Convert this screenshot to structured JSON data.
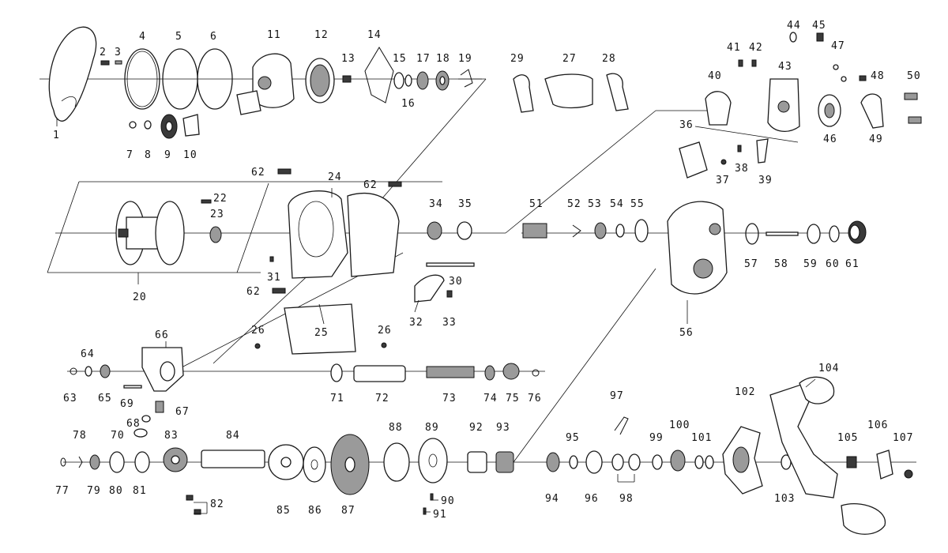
{
  "diagram": {
    "labels": [
      "1",
      "2",
      "3",
      "4",
      "5",
      "6",
      "7",
      "8",
      "9",
      "10",
      "11",
      "12",
      "13",
      "14",
      "15",
      "16",
      "17",
      "18",
      "19",
      "20",
      "22",
      "23",
      "24",
      "25",
      "26",
      "26",
      "27",
      "28",
      "29",
      "30",
      "31",
      "32",
      "33",
      "34",
      "35",
      "36",
      "37",
      "38",
      "39",
      "40",
      "41",
      "42",
      "43",
      "44",
      "45",
      "46",
      "47",
      "48",
      "49",
      "50",
      "51",
      "52",
      "53",
      "54",
      "55",
      "56",
      "57",
      "58",
      "59",
      "60",
      "61",
      "62",
      "62",
      "62",
      "63",
      "64",
      "65",
      "66",
      "67",
      "68",
      "69",
      "70",
      "71",
      "72",
      "73",
      "74",
      "75",
      "76",
      "77",
      "78",
      "79",
      "80",
      "81",
      "82",
      "83",
      "84",
      "85",
      "86",
      "87",
      "88",
      "89",
      "90",
      "91",
      "92",
      "93",
      "94",
      "95",
      "96",
      "97",
      "98",
      "99",
      "100",
      "101",
      "102",
      "103",
      "104",
      "105",
      "106",
      "107"
    ]
  }
}
